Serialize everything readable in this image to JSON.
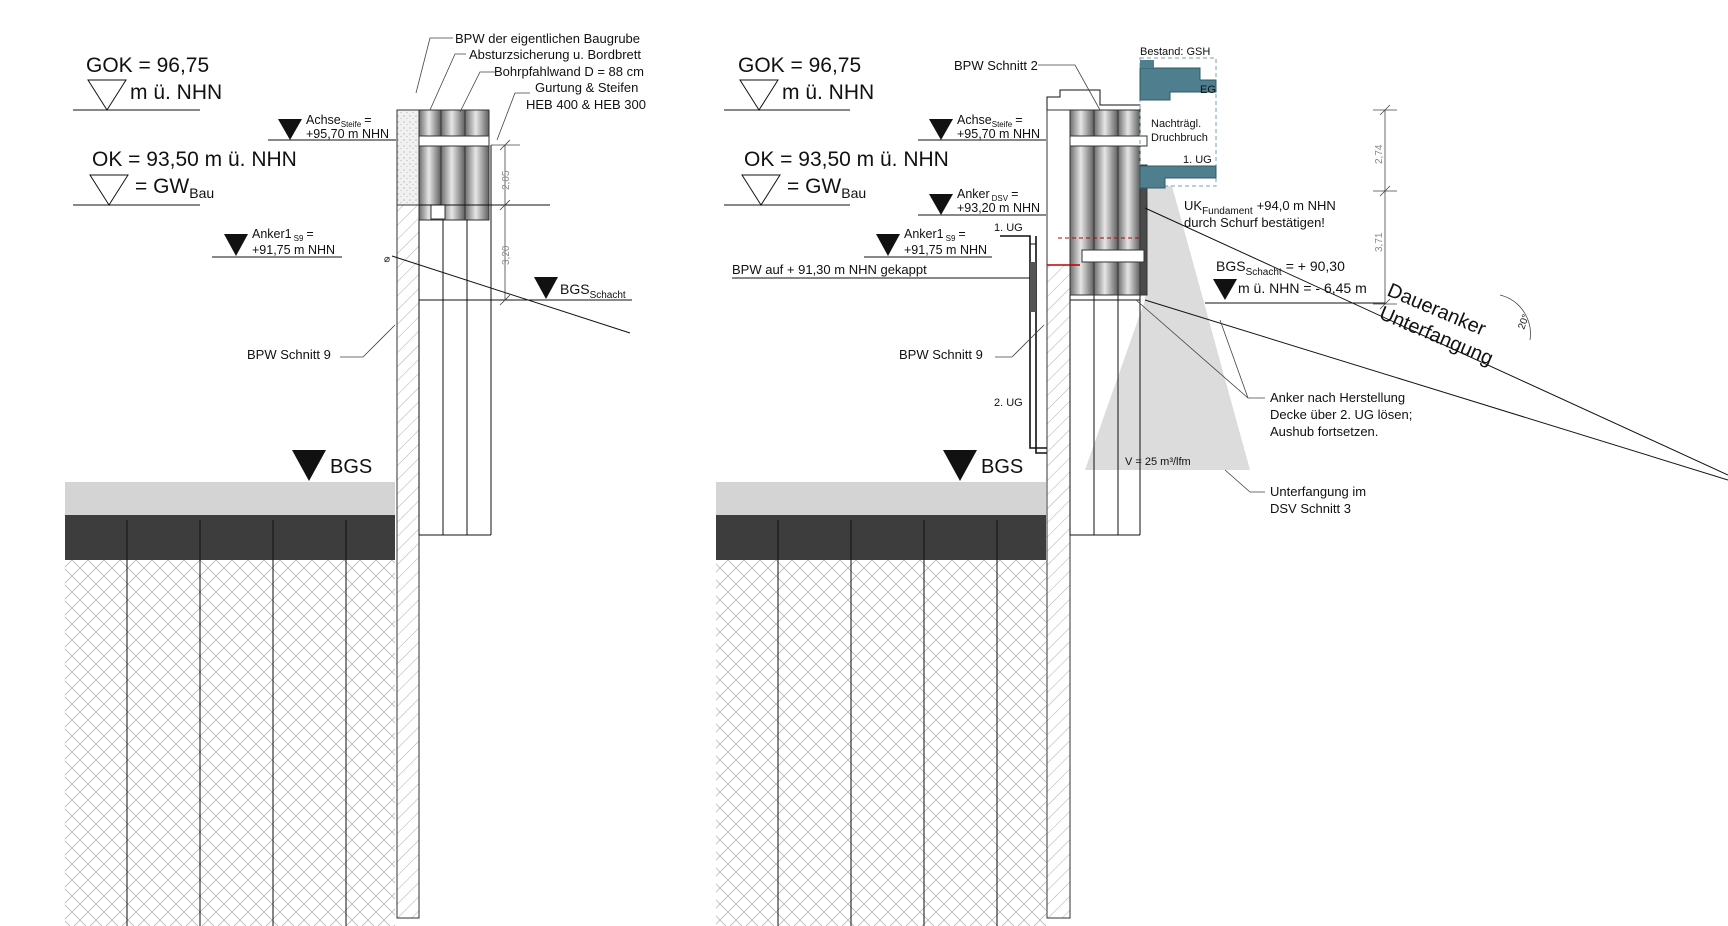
{
  "left": {
    "gok_value": "GOK = 96,75",
    "gok_unit": "m ü. NHN",
    "ok_value": "OK = 93,50 m ü. NHN",
    "gw_prefix": "= GW",
    "gw_sub": "Bau",
    "callouts": {
      "bpw_baugrube": "BPW der eigentlichen Baugrube",
      "absturz": "Absturzsicherung u. Bordbrett",
      "bohrpfahl": "Bohrpfahlwand D = 88 cm",
      "gurtung": "Gurtung & Steifen",
      "heb": "HEB 400 & HEB 300"
    },
    "achse_label": "Achse",
    "achse_sub": "Steife",
    "achse_eq": "=",
    "achse_value": "+95,70 m NHN",
    "anker1_label": "Anker1",
    "anker1_sub": "S9",
    "anker1_eq": "=",
    "anker1_value": "+91,75 m NHN",
    "bgs_schacht_label": "BGS",
    "bgs_schacht_sub": "Schacht",
    "bpw_schnitt9": "BPW Schnitt 9",
    "bgs": "BGS",
    "dim_1": "2,05",
    "dim_2": "3,20"
  },
  "right": {
    "gok_value": "GOK = 96,75",
    "gok_unit": "m ü. NHN",
    "ok_value": "OK = 93,50 m ü. NHN",
    "gw_prefix": "= GW",
    "gw_sub": "Bau",
    "bpw_schnitt2": "BPW Schnitt 2",
    "achse_label": "Achse",
    "achse_sub": "Steife",
    "achse_eq": "=",
    "achse_value": "+95,70 m NHN",
    "anker_dsv_label": "Anker",
    "anker_dsv_sub": "DSV",
    "anker_dsv_eq": "=",
    "anker_dsv_value": "+93,20 m NHN",
    "ug1_left": "1. UG",
    "anker1_label": "Anker1",
    "anker1_sub": "S9",
    "anker1_eq": "=",
    "anker1_value": "+91,75 m NHN",
    "bpw_gekappt": "BPW auf + 91,30 m NHN gekappt",
    "bpw_schnitt9": "BPW Schnitt 9",
    "ug2": "2. UG",
    "bgs": "BGS",
    "bestand": "Bestand: GSH",
    "eg": "EG",
    "druchbruch_1": "Nachträgl.",
    "druchbruch_2": "Druchbruch",
    "ug1_right": "1. UG",
    "uk_label": "UK",
    "uk_sub": "Fundament",
    "uk_value": "+94,0 m NHN",
    "schurf": "durch Schurf bestätigen!",
    "bgs_schacht_label": "BGS",
    "bgs_schacht_sub": "Schacht",
    "bgs_schacht_value": "= + 90,30",
    "bgs_schacht_line2": "m ü. NHN = - 6,45 m",
    "daueranker": "Daueranker",
    "unterfangung": "Unterfangung",
    "angle": "20°",
    "anker_note_1": "Anker nach Herstellung",
    "anker_note_2": "Decke über 2. UG lösen;",
    "anker_note_3": "Aushub fortsetzen.",
    "volume": "V = 25 m³/lfm",
    "unterf_note_1": "Unterfangung im",
    "unterf_note_2": "DSV Schnitt 3",
    "dim_1": "2,74",
    "dim_2": "3,71"
  }
}
